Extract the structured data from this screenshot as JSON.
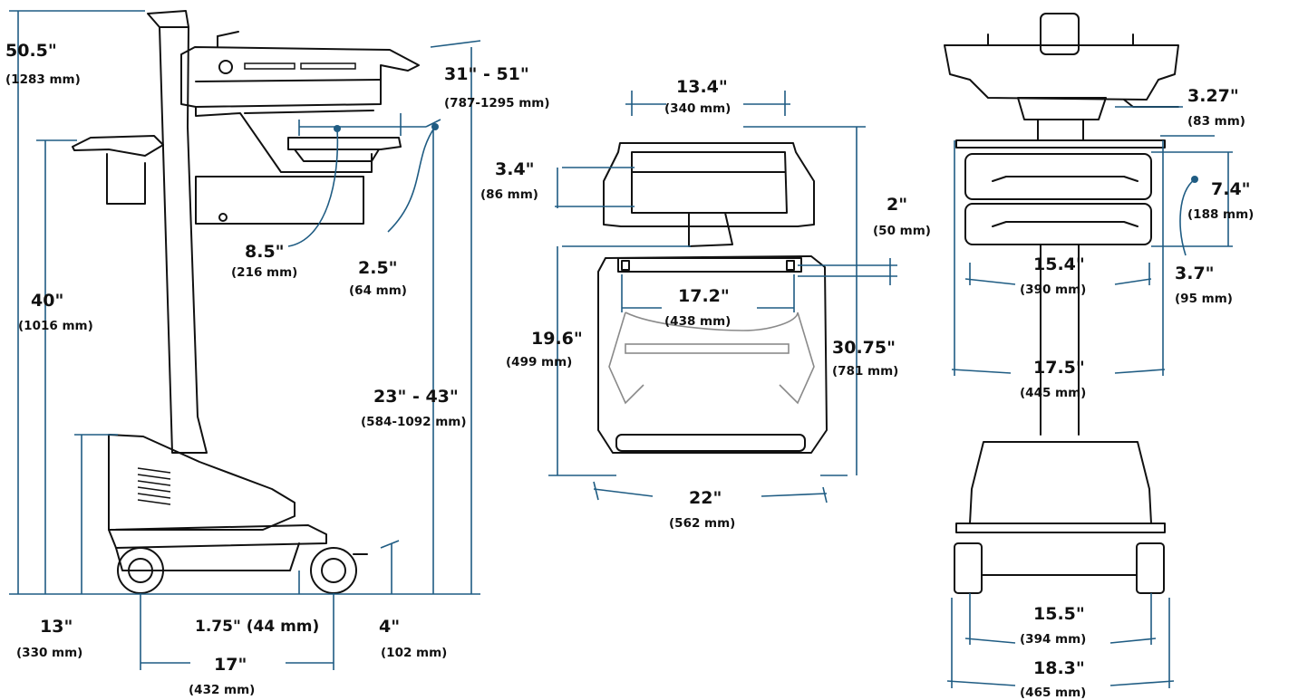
{
  "side_view": {
    "overall_height": {
      "in": "50.5\"",
      "mm": "(1283 mm)"
    },
    "worksurface_range": {
      "in": "31\" - 51\"",
      "mm": "(787-1295 mm)"
    },
    "tray_depth": {
      "in": "8.5\"",
      "mm": "(216 mm)"
    },
    "tray_drop": {
      "in": "2.5\"",
      "mm": "(64 mm)"
    },
    "handle_height": {
      "in": "40\"",
      "mm": "(1016 mm)"
    },
    "keyboard_range": {
      "in": "23\" - 43\"",
      "mm": "(584-1092 mm)"
    },
    "base_height": {
      "in": "13\"",
      "mm": "(330 mm)"
    },
    "ground_clearance": {
      "text": "1.75\" (44 mm)"
    },
    "caster_height": {
      "in": "4\"",
      "mm": "(102 mm)"
    },
    "wheelbase": {
      "in": "17\"",
      "mm": "(432 mm)"
    }
  },
  "top_view": {
    "handle_width": {
      "in": "13.4\"",
      "mm": "(340 mm)"
    },
    "handle_depth": {
      "in": "3.4\"",
      "mm": "(86 mm)"
    },
    "rail_offset": {
      "in": "2\"",
      "mm": "(50 mm)"
    },
    "rail_width": {
      "in": "17.2\"",
      "mm": "(438 mm)"
    },
    "surface_depth": {
      "in": "19.6\"",
      "mm": "(499 mm)"
    },
    "overall_depth": {
      "in": "30.75\"",
      "mm": "(781 mm)"
    },
    "overall_width": {
      "in": "22\"",
      "mm": "(562 mm)"
    }
  },
  "front_view": {
    "tray_offset": {
      "in": "3.27\"",
      "mm": "(83 mm)"
    },
    "drawer_stack": {
      "in": "7.4\"",
      "mm": "(188 mm)"
    },
    "drawer_width": {
      "in": "15.4\"",
      "mm": "(390 mm)"
    },
    "drawer_height": {
      "in": "3.7\"",
      "mm": "(95 mm)"
    },
    "shelf_width": {
      "in": "17.5\"",
      "mm": "(445 mm)"
    },
    "caster_track": {
      "in": "15.5\"",
      "mm": "(394 mm)"
    },
    "base_width": {
      "in": "18.3\"",
      "mm": "(465 mm)"
    }
  },
  "colors": {
    "dimension_line": "#1f5c83",
    "outline": "#111111",
    "ghost_outline": "#8a8a8a"
  }
}
